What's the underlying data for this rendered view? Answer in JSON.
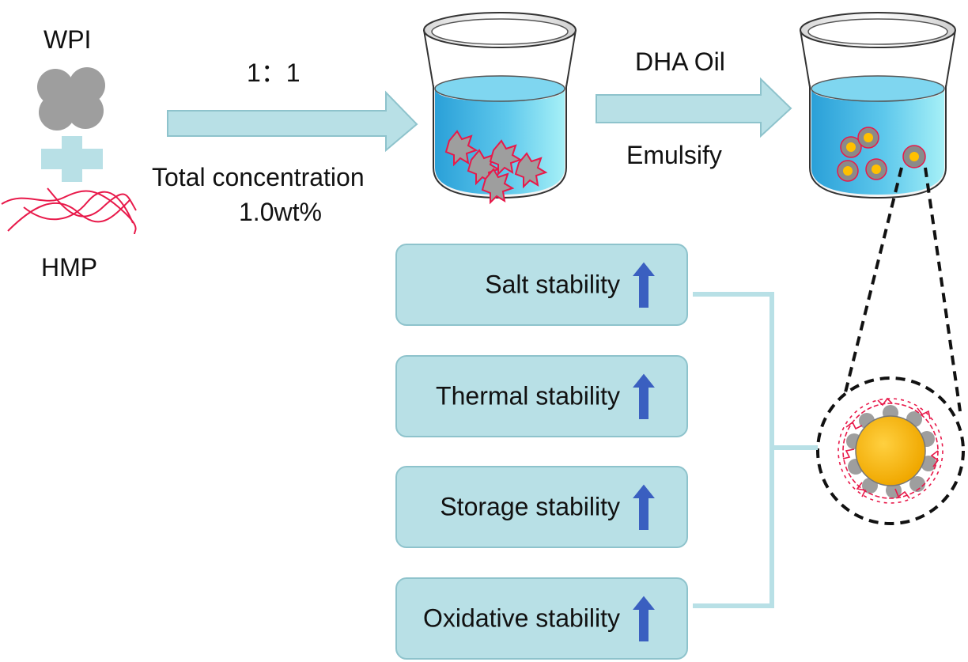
{
  "inputs": {
    "top_label": "WPI",
    "bottom_label": "HMP"
  },
  "step1": {
    "ratio": "1：1",
    "concentration_line1": "Total concentration",
    "concentration_line2": "1.0wt%"
  },
  "step2": {
    "oil_label": "DHA Oil",
    "process_label": "Emulsify"
  },
  "stability_items": [
    {
      "label": "Salt stability",
      "trend": "up"
    },
    {
      "label": "Thermal stability",
      "trend": "up"
    },
    {
      "label": "Storage stability",
      "trend": "up"
    },
    {
      "label": "Oxidative stability",
      "trend": "up"
    }
  ],
  "colors": {
    "arrow_fill": "#b8e0e6",
    "arrow_stroke": "#8ec3cc",
    "liquid_light": "#9be8f3",
    "liquid_dark": "#2aa0d8",
    "polymer": "#e8194a",
    "protein": "#9a9a9a",
    "oil_droplet": "#ffc000",
    "up_arrow": "#3a5fc0"
  }
}
